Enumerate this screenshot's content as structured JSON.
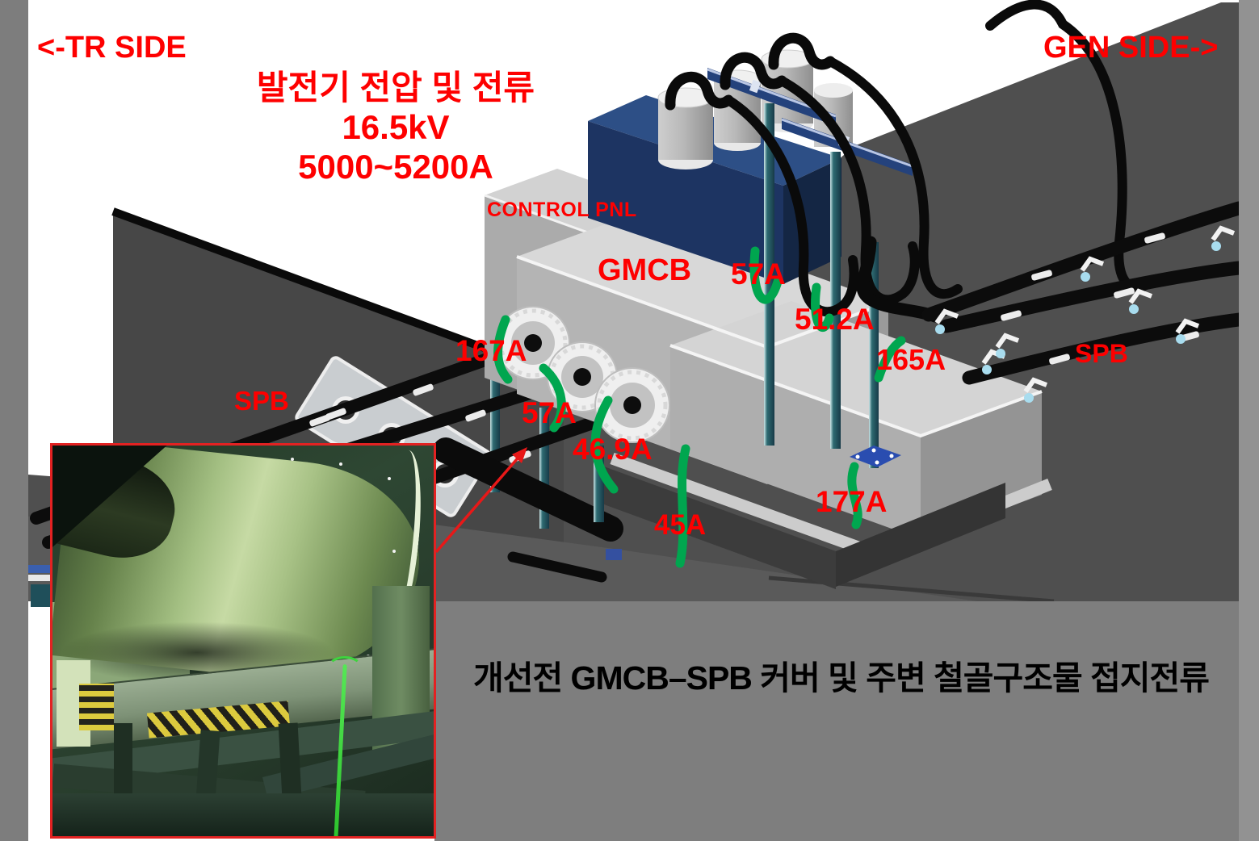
{
  "slide": {
    "tr_side_label": "<-TR SIDE",
    "gen_side_label": "GEN SIDE->",
    "generator_info": {
      "line1": "발전기 전압 및 전류",
      "line2": "16.5kV",
      "line3": "5000~5200A"
    },
    "equipment_labels": {
      "control_pnl": "CONTROL PNL",
      "gmcb": "GMCB",
      "spb_left": "SPB",
      "spb_right": "SPB"
    },
    "current_measurements": [
      {
        "id": "57a-top",
        "value": "57A"
      },
      {
        "id": "51-2a",
        "value": "51.2A"
      },
      {
        "id": "165a",
        "value": "165A"
      },
      {
        "id": "167a",
        "value": "167A"
      },
      {
        "id": "57a-left",
        "value": "57A"
      },
      {
        "id": "46-9a",
        "value": "46.9A"
      },
      {
        "id": "45a",
        "value": "45A"
      },
      {
        "id": "177a",
        "value": "177A"
      }
    ],
    "caption": "개선전 GMCB–SPB 커버 및 주변 철골구조물 접지전류",
    "colors": {
      "label_red": "#fe0000",
      "annotation_green": "#00a64f",
      "caption_black": "#000000",
      "photo_border_red": "#e32222",
      "wall_gray": "#4f4f4f",
      "panel_blue": "#1d3462"
    }
  }
}
